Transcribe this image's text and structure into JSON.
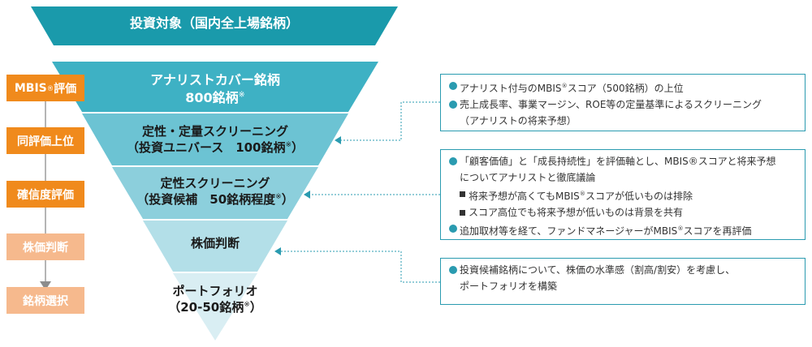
{
  "top_banner": {
    "label": "投資対象（国内全上場銘柄）"
  },
  "funnel": {
    "level1": {
      "line1": "アナリストカバー銘柄",
      "line2": "800銘柄",
      "mark": "※"
    },
    "level2": {
      "line1": "定性・定量スクリーニング",
      "line2": "（投資ユニバース　100銘柄",
      "mark": "※",
      "close": "）"
    },
    "level3": {
      "line1": "定性スクリーニング",
      "line2": "（投資候補　50銘柄程度",
      "mark": "※",
      "close": "）"
    },
    "level4": {
      "line1": "株価判断"
    },
    "level5": {
      "line1": "ポートフォリオ",
      "line2": "（20-50銘柄",
      "mark": "※",
      "close": "）"
    }
  },
  "steps": [
    {
      "label": "MBIS",
      "sup": "®",
      "suffix": "評価",
      "color": "#f08a1c"
    },
    {
      "label": "同評価上位",
      "sup": "",
      "suffix": "",
      "color": "#f08a1c"
    },
    {
      "label": "確信度評価",
      "sup": "",
      "suffix": "",
      "color": "#f08a1c"
    },
    {
      "label": "株価判断",
      "sup": "",
      "suffix": "",
      "color": "#f6b98d"
    },
    {
      "label": "銘柄選択",
      "sup": "",
      "suffix": "",
      "color": "#f6b98d"
    }
  ],
  "box1": {
    "b1": {
      "pre": "アナリスト付与のMBIS",
      "sup": "®",
      "post": "スコア（500銘柄）の上位"
    },
    "b2": "売上成長率、事業マージン、ROE等の定量基準によるスクリーニング",
    "b2_cont": "（アナリストの将来予想）"
  },
  "box2": {
    "b1": "「顧客価値」と「成長持続性」を評価軸とし、MBIS®スコアと将来予想",
    "b1_cont": "についてアナリストと徹底議論",
    "s1": {
      "pre": "将来予想が高くてもMBIS",
      "sup": "®",
      "post": "スコアが低いものは排除"
    },
    "s2": "スコア高位でも将来予想が低いものは背景を共有",
    "b3": {
      "pre": "追加取材等を経て、ファンドマネージャーがMBIS",
      "sup": "®",
      "post": "スコアを再評価"
    }
  },
  "box3": {
    "b1": "投資候補銘柄について、株価の水準感（割高/割安）を考慮し、",
    "b1_cont": "ポートフォリオを構築"
  },
  "colors": {
    "banner": "#1a9aab",
    "level1": "#3eb1c4",
    "level2": "#6cc3d3",
    "level3": "#8ccfdc",
    "level4": "#b3dfe8",
    "level5": "#d9eef3",
    "accent": "#2a9bb0",
    "step_dark": "#f08a1c",
    "step_light": "#f6b98d"
  }
}
